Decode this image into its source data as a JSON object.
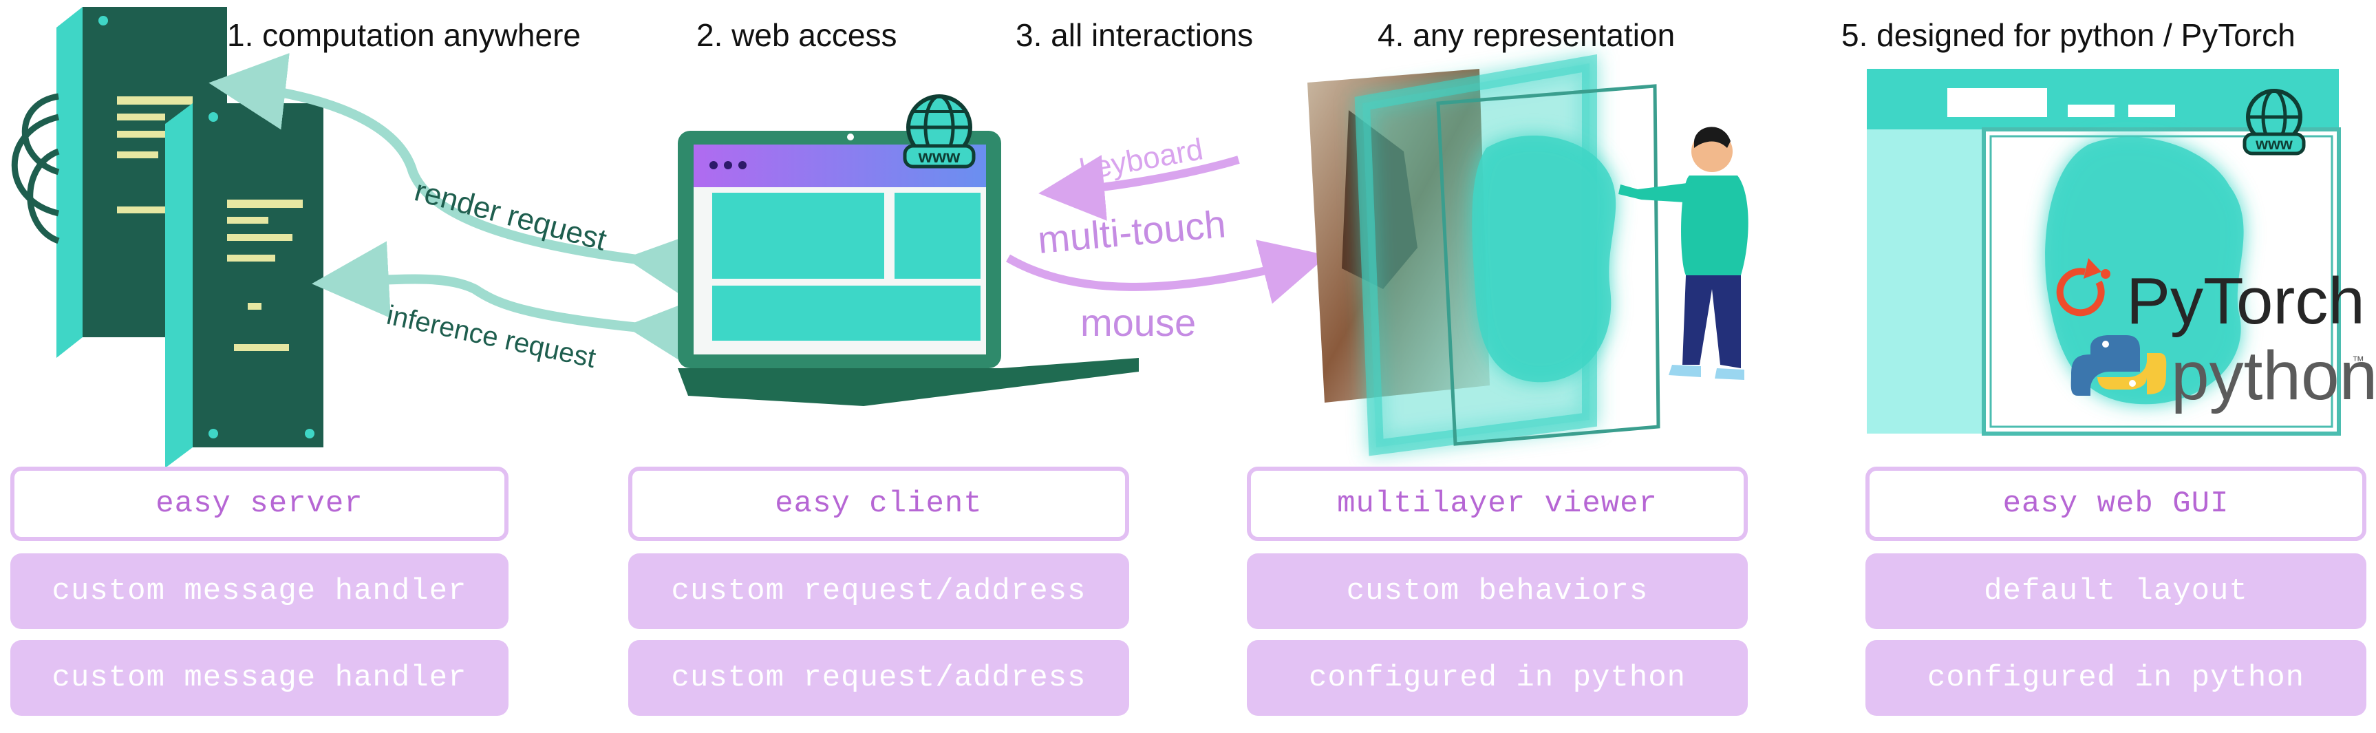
{
  "headings": {
    "computation": "1. computation anywhere",
    "web_access": "2. web access",
    "interactions": "3. all interactions",
    "representation": "4. any representation",
    "designed": "5. designed for python / PyTorch"
  },
  "arrows": {
    "render_request": "render request",
    "inference_request": "inference request",
    "keyboard": "keyboard",
    "multi_touch": "multi-touch",
    "mouse": "mouse"
  },
  "browser": {
    "www_label": "www"
  },
  "logos": {
    "pytorch": "PyTorch",
    "python": "python",
    "trademark": "™"
  },
  "columns": [
    {
      "primary": "easy server",
      "secondary": [
        "custom message handler",
        "custom message handler"
      ]
    },
    {
      "primary": "easy client",
      "secondary": [
        "custom request/address",
        "custom request/address"
      ]
    },
    {
      "primary": "multilayer viewer",
      "secondary": [
        "custom behaviors",
        "configured in python"
      ]
    },
    {
      "primary": "easy web GUI",
      "secondary": [
        "default layout",
        "configured in python"
      ]
    }
  ],
  "colors": {
    "server_green": "#1e5e4e",
    "teal": "#3fd6c6",
    "request_arrow": "#9fdccf",
    "interaction_purple": "#d9a4ee",
    "box_border": "#e2bff3",
    "box_fill": "#e3c2f4",
    "box_text": "#b666d4",
    "pytorch_orange": "#ee4c2c"
  }
}
